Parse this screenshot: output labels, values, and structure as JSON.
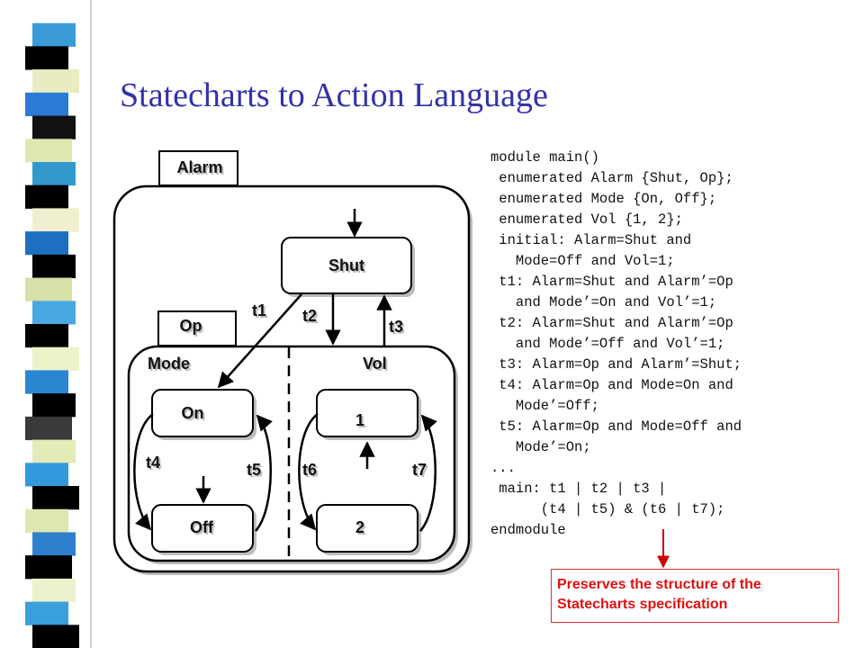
{
  "slide": {
    "title": "Statecharts to Action Language"
  },
  "stripe_colors": [
    "#ffffff",
    "#3a9bd6",
    "#000000",
    "#e8ecc0",
    "#2b7bd6",
    "#111111",
    "#dfe8b0",
    "#3399cc",
    "#000000",
    "#f0f0d0",
    "#1f6fc0",
    "#000000",
    "#d7e0a8",
    "#4aa8e0",
    "#000000",
    "#eef2c8",
    "#2a86d0",
    "#000000",
    "#3a3a3a",
    "#e4eab8",
    "#3399dd",
    "#000000",
    "#dfe6b0",
    "#2f80cc",
    "#000000",
    "#ecf0cc",
    "#3aa0dd",
    "#000000"
  ],
  "diagram": {
    "tab_alarm": "Alarm",
    "tab_op": "Op",
    "state_shut": "Shut",
    "region_mode": "Mode",
    "region_vol": "Vol",
    "state_on": "On",
    "state_off": "Off",
    "state_1": "1",
    "state_2": "2",
    "transitions": {
      "t1": "t1",
      "t2": "t2",
      "t3": "t3",
      "t4": "t4",
      "t5": "t5",
      "t6": "t6",
      "t7": "t7"
    }
  },
  "code_lines": [
    "module main()",
    " enumerated Alarm {Shut, Op};",
    " enumerated Mode {On, Off};",
    " enumerated Vol {1, 2};",
    " initial: Alarm=Shut and",
    "   Mode=Off and Vol=1;",
    " t1: Alarm=Shut and Alarm’=Op",
    "   and Mode’=On and Vol’=1;",
    " t2: Alarm=Shut and Alarm’=Op",
    "   and Mode’=Off and Vol’=1;",
    " t3: Alarm=Op and Alarm’=Shut;",
    " t4: Alarm=Op and Mode=On and",
    "   Mode’=Off;",
    " t5: Alarm=Op and Mode=Off and",
    "   Mode’=On;",
    "...",
    " main: t1 | t2 | t3 |",
    "      (t4 | t5) & (t6 | t7);",
    "endmodule"
  ],
  "note": {
    "text": "Preserves the structure of the Statecharts specification",
    "color": "#e01010"
  },
  "colors": {
    "title": "#3333a8",
    "arrow_red": "#cc0000"
  }
}
